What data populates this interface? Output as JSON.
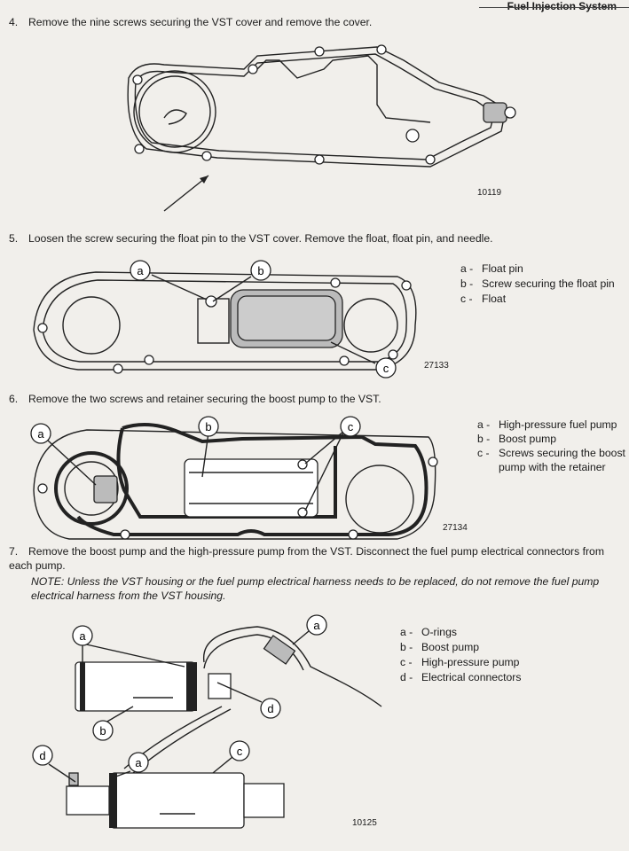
{
  "header": {
    "title": "Fuel Injection System"
  },
  "steps": [
    {
      "num": "4.",
      "text": "Remove the nine screws securing the VST cover and remove the cover."
    },
    {
      "num": "5.",
      "text": "Loosen the screw securing the float pin to the VST cover. Remove the float, float pin, and needle."
    },
    {
      "num": "6.",
      "text": "Remove the two screws and retainer securing the boost pump to the VST."
    },
    {
      "num": "7.",
      "text": "Remove the boost pump and the high-pressure pump from the VST. Disconnect the fuel pump electrical connectors from each pump.",
      "note": "NOTE: Unless the VST housing or the fuel pump electrical harness needs to be replaced, do not remove the fuel pump electrical harness from the VST housing."
    }
  ],
  "figures": [
    {
      "number": "10119",
      "legend": []
    },
    {
      "number": "27133",
      "legend": [
        {
          "key": "a -",
          "text": "Float pin"
        },
        {
          "key": "b -",
          "text": "Screw securing the float pin"
        },
        {
          "key": "c -",
          "text": "Float"
        }
      ]
    },
    {
      "number": "27134",
      "legend": [
        {
          "key": "a -",
          "text": "High-pressure fuel pump"
        },
        {
          "key": "b -",
          "text": "Boost pump"
        },
        {
          "key": "c -",
          "text": "Screws securing the boost pump with the retainer"
        }
      ]
    },
    {
      "number": "10125",
      "legend": [
        {
          "key": "a -",
          "text": "O-rings"
        },
        {
          "key": "b -",
          "text": "Boost pump"
        },
        {
          "key": "c -",
          "text": "High-pressure pump"
        },
        {
          "key": "d -",
          "text": "Electrical connectors"
        }
      ]
    }
  ],
  "callouts": {
    "a": "a",
    "b": "b",
    "c": "c",
    "d": "d"
  }
}
